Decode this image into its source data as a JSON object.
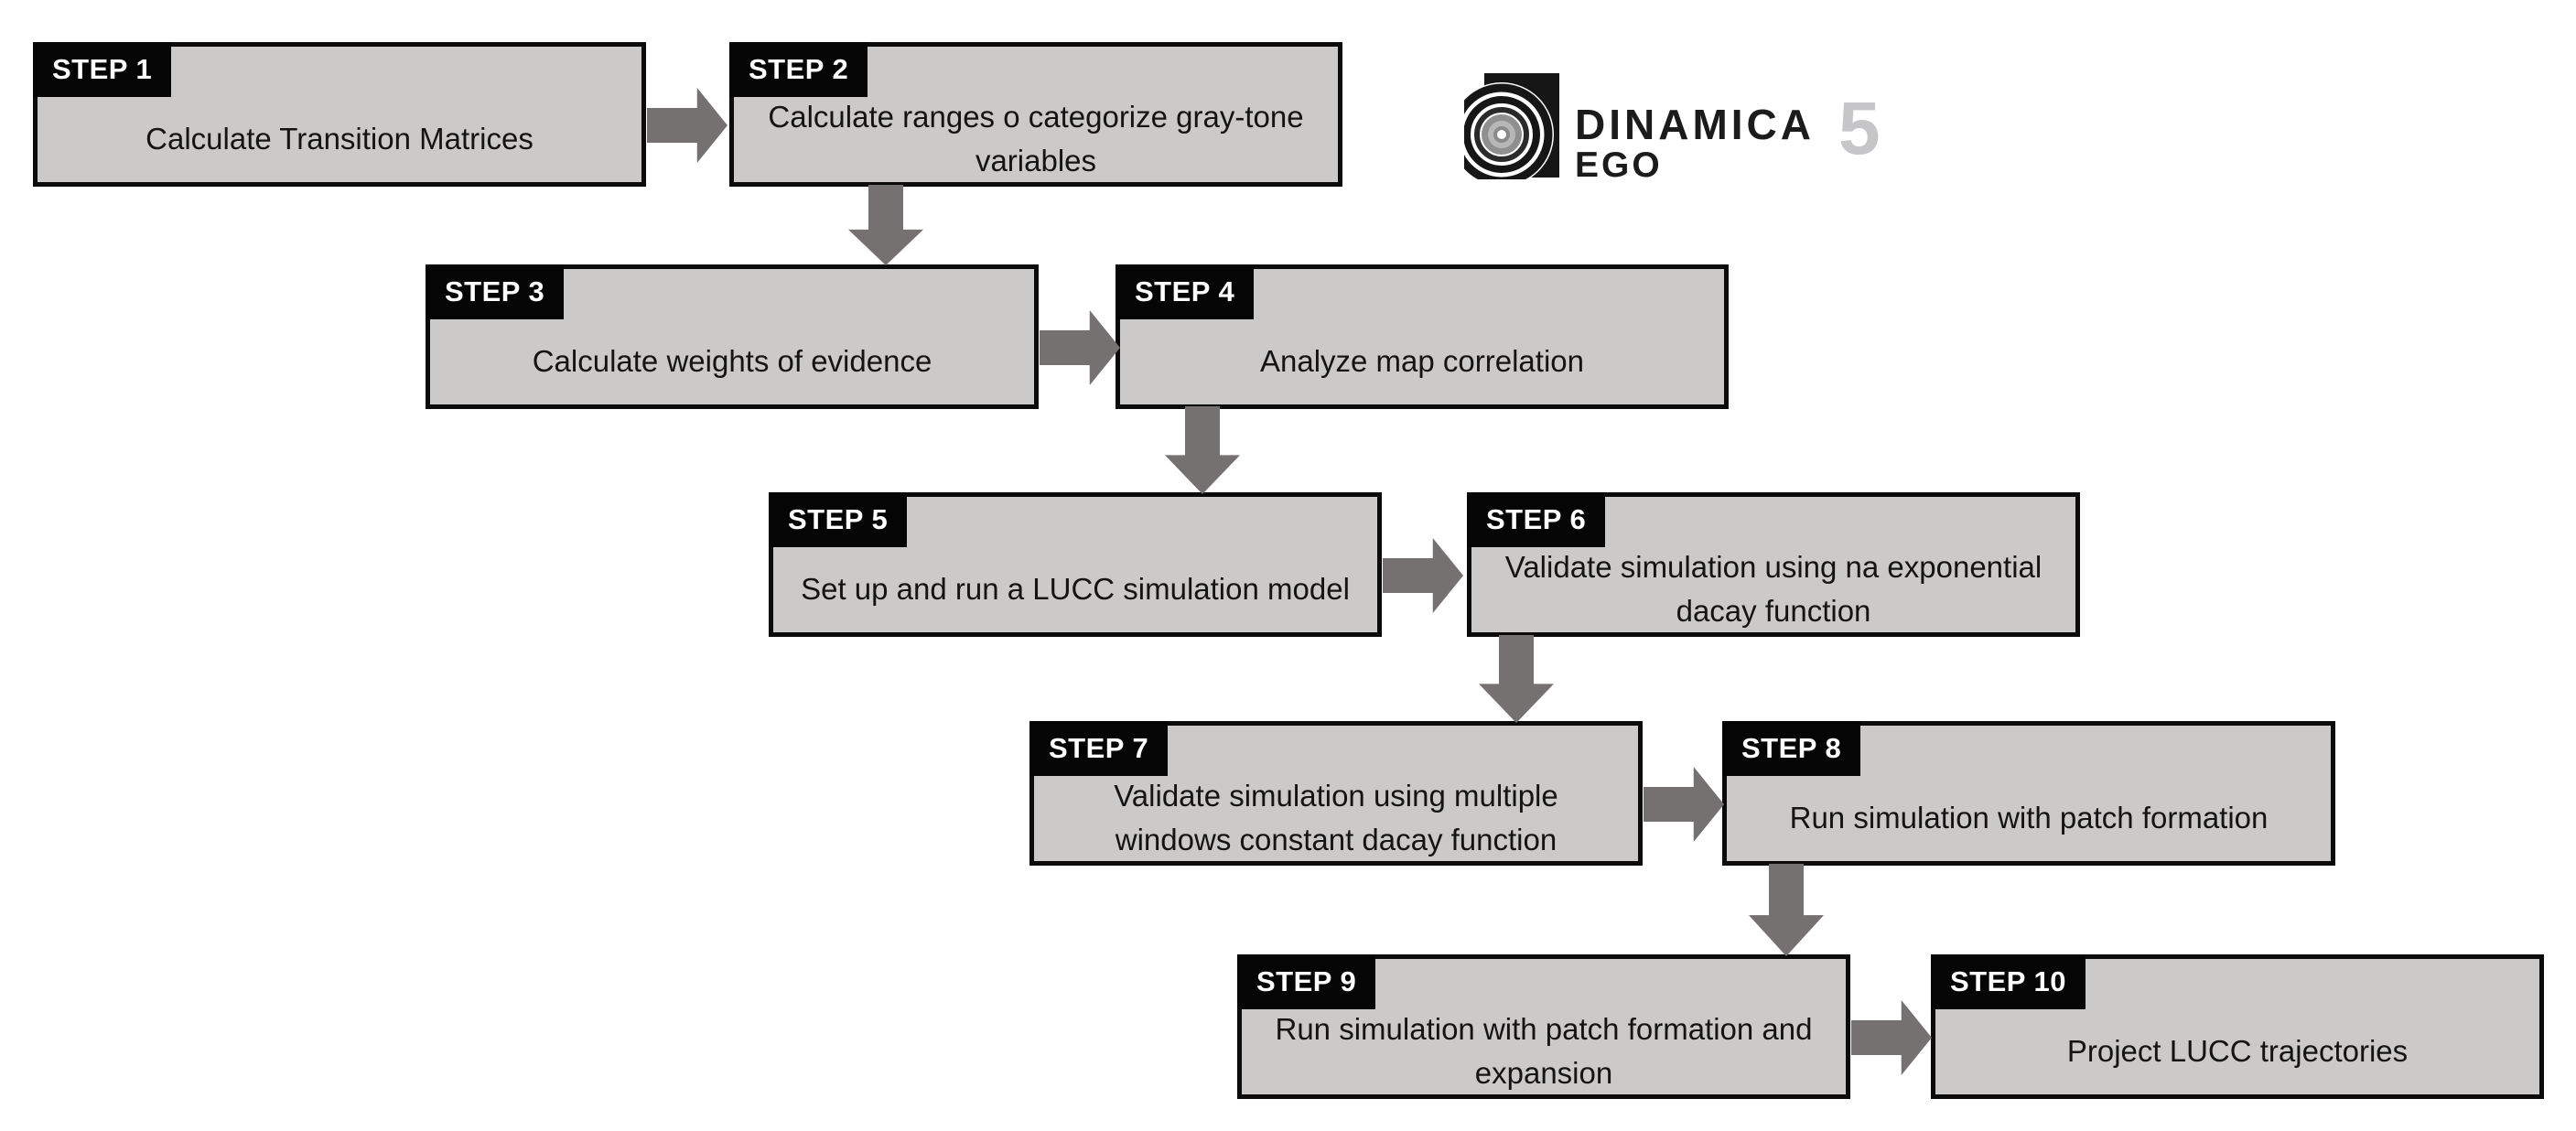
{
  "logo": {
    "brand_line1": "DINAMICA",
    "brand_line2": "EGO",
    "version": "5"
  },
  "steps": [
    {
      "label": "STEP 1",
      "text": "Calculate Transition Matrices"
    },
    {
      "label": "STEP 2",
      "text": "Calculate ranges o categorize gray-tone variables"
    },
    {
      "label": "STEP 3",
      "text": "Calculate weights of evidence"
    },
    {
      "label": "STEP 4",
      "text": "Analyze map correlation"
    },
    {
      "label": "STEP 5",
      "text": "Set up and run a LUCC simulation model"
    },
    {
      "label": "STEP 6",
      "text": "Validate simulation using na exponential dacay function"
    },
    {
      "label": "STEP 7",
      "text": "Validate simulation using multiple windows constant dacay function"
    },
    {
      "label": "STEP 8",
      "text": "Run simulation with patch formation"
    },
    {
      "label": "STEP 9",
      "text": "Run simulation with patch formation and expansion"
    },
    {
      "label": "STEP 10",
      "text": "Project LUCC trajectories"
    }
  ],
  "colors": {
    "box_fill": "#cbcac9",
    "box_border": "#0b0b0b",
    "tab_background": "#050505",
    "tab_text": "#ffffff",
    "arrow": "#767171",
    "logo_black": "#1b1b1b",
    "version_gray": "#c6c5c7"
  }
}
